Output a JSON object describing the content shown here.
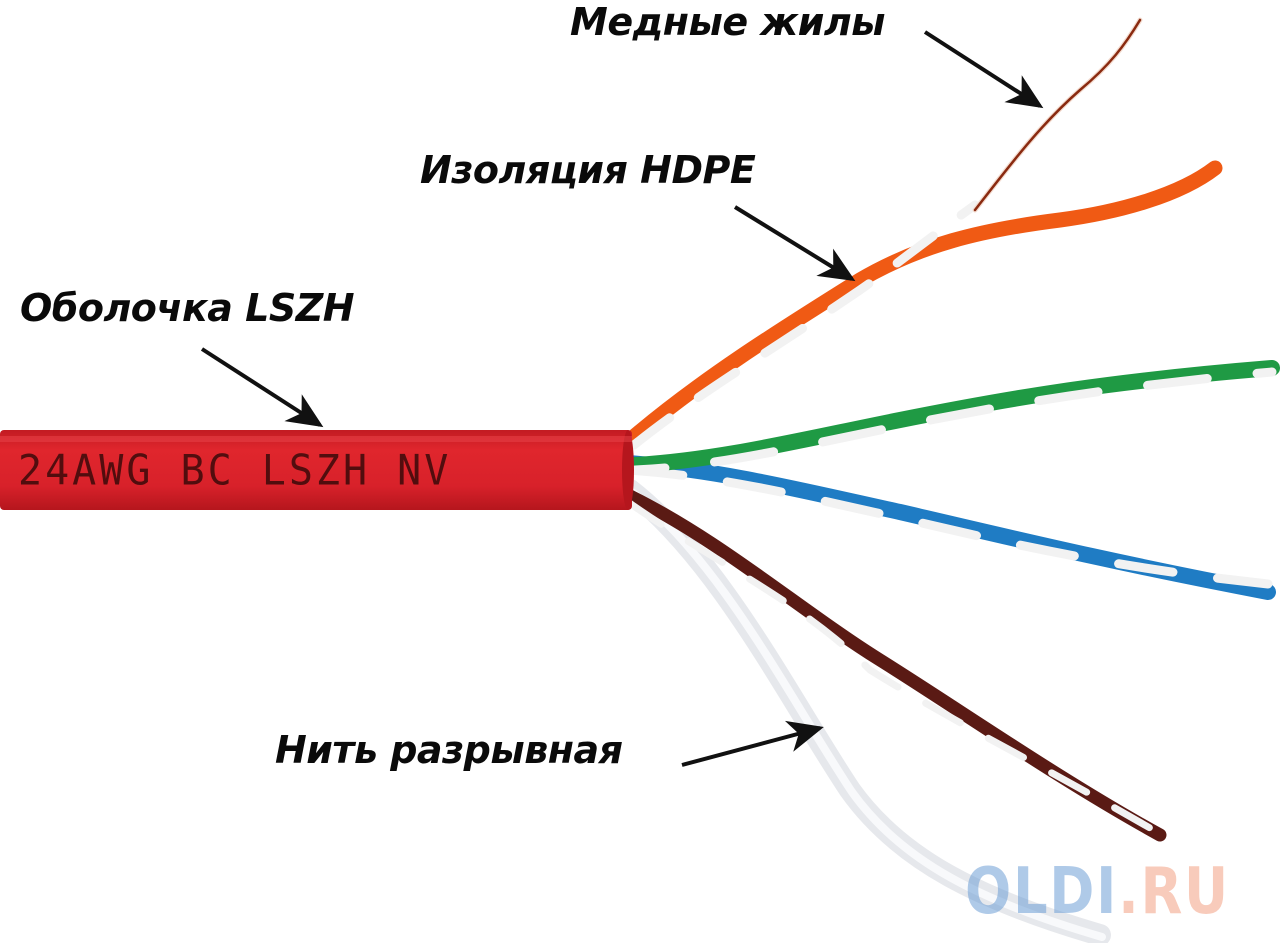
{
  "diagram": {
    "subject": "Twisted pair cable cross-section diagram",
    "labels": {
      "copper": "Медные жилы",
      "insulation": "Изоляция HDPE",
      "jacket": "Оболочка LSZH",
      "ripcord": "Нить разрывная"
    },
    "jacket_marking": "24AWG BC LSZH NV",
    "watermark": {
      "part1": "OLDI",
      "part2": ".RU"
    },
    "colors": {
      "jacket": "#d8212a",
      "orange": "#f05a14",
      "green": "#1f9a44",
      "blue": "#1f7cc4",
      "brown": "#5a1a14",
      "white": "#f2f2f2",
      "copper": "#8a2a10",
      "arrow": "#111111",
      "watermark_blue": "#6e9fd6",
      "watermark_orange": "#f3a184"
    },
    "wire_pairs": [
      {
        "name": "orange pair",
        "colors": [
          "orange",
          "white-orange"
        ]
      },
      {
        "name": "green pair",
        "colors": [
          "green",
          "white-green"
        ]
      },
      {
        "name": "blue pair",
        "colors": [
          "blue",
          "white-blue"
        ]
      },
      {
        "name": "brown pair",
        "colors": [
          "brown",
          "white-brown"
        ]
      }
    ]
  }
}
